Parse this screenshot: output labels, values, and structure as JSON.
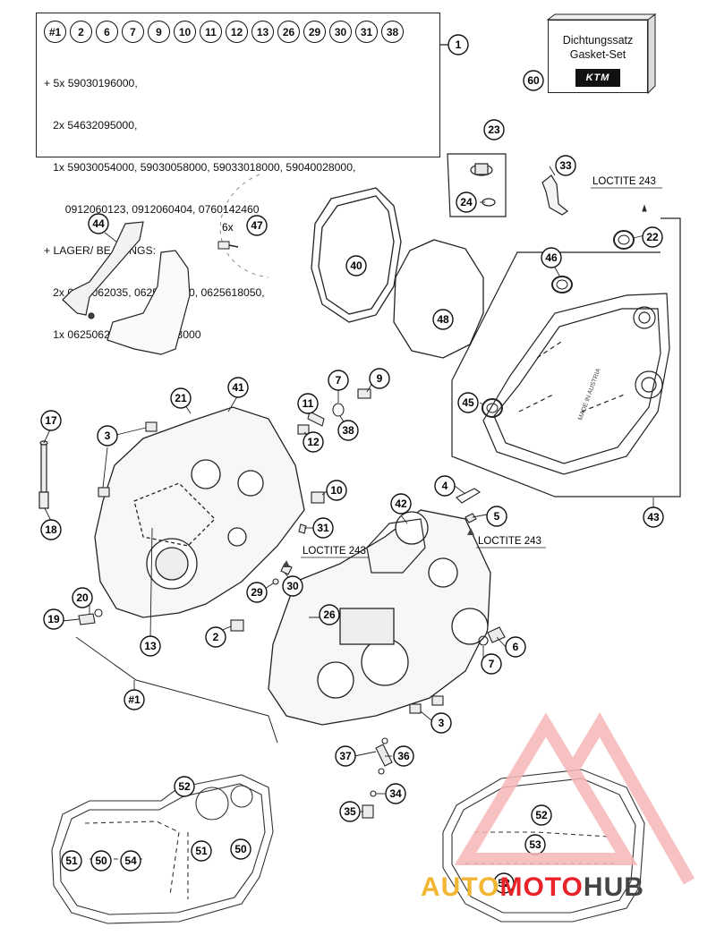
{
  "kit": {
    "ids": [
      "#1",
      "2",
      "6",
      "7",
      "9",
      "10",
      "11",
      "12",
      "13",
      "26",
      "29",
      "30",
      "31",
      "38"
    ],
    "callout": "1",
    "lines": [
      "+ 5x 59030196000,",
      "   2x 54632095000,",
      "   1x 59030054000, 59030058000, 59033018000, 59040028000,",
      "       0912060123, 0912060404, 0760142460",
      "+ LAGER/ BEARINGS:",
      "   2x 0625062035, 0625160040, 0625618050,",
      "   1x 0625062054, 49030023000"
    ]
  },
  "gasket_set": {
    "line1": "Dichtungssatz",
    "line2": "Gasket-Set",
    "logo": "KTM",
    "callout": "60"
  },
  "loctite": {
    "label_a": "LOCTITE 243",
    "label_b": "LOCTITE 243",
    "label_c": "LOCTITE 243"
  },
  "multiplier": {
    "label": "6x"
  },
  "callouts": {
    "c23": "23",
    "c24": "24",
    "c33": "33",
    "c22": "22",
    "c44": "44",
    "c47": "47",
    "c40": "40",
    "c48": "48",
    "c46": "46",
    "c45": "45",
    "c43": "43",
    "c21": "21",
    "c41": "41",
    "c11": "11",
    "c7a": "7",
    "c9": "9",
    "c38": "38",
    "c12": "12",
    "c17": "17",
    "c3a": "3",
    "c18": "18",
    "c10": "10",
    "c31": "31",
    "c4": "4",
    "c5": "5",
    "c42": "42",
    "c29": "29",
    "c30": "30",
    "c20": "20",
    "c19": "19",
    "c13": "13",
    "c2": "2",
    "c26": "26",
    "c6": "6",
    "c7b": "7",
    "c1b": "#1",
    "c3b": "3",
    "c37": "37",
    "c36": "36",
    "c34": "34",
    "c35": "35",
    "c52a": "52",
    "c51a": "51",
    "c50a": "50",
    "c54": "54",
    "c51b": "51",
    "c50b": "50",
    "c52b": "52",
    "c53": "53",
    "c52c": "52"
  },
  "watermark": {
    "part1": "AUTO",
    "part2": "MOTO",
    "part3": "HUB"
  },
  "colors": {
    "watermark_red": "#e8232a",
    "watermark_gold": "#f2b632",
    "watermark_dark": "#444444",
    "ink": "#111111"
  }
}
